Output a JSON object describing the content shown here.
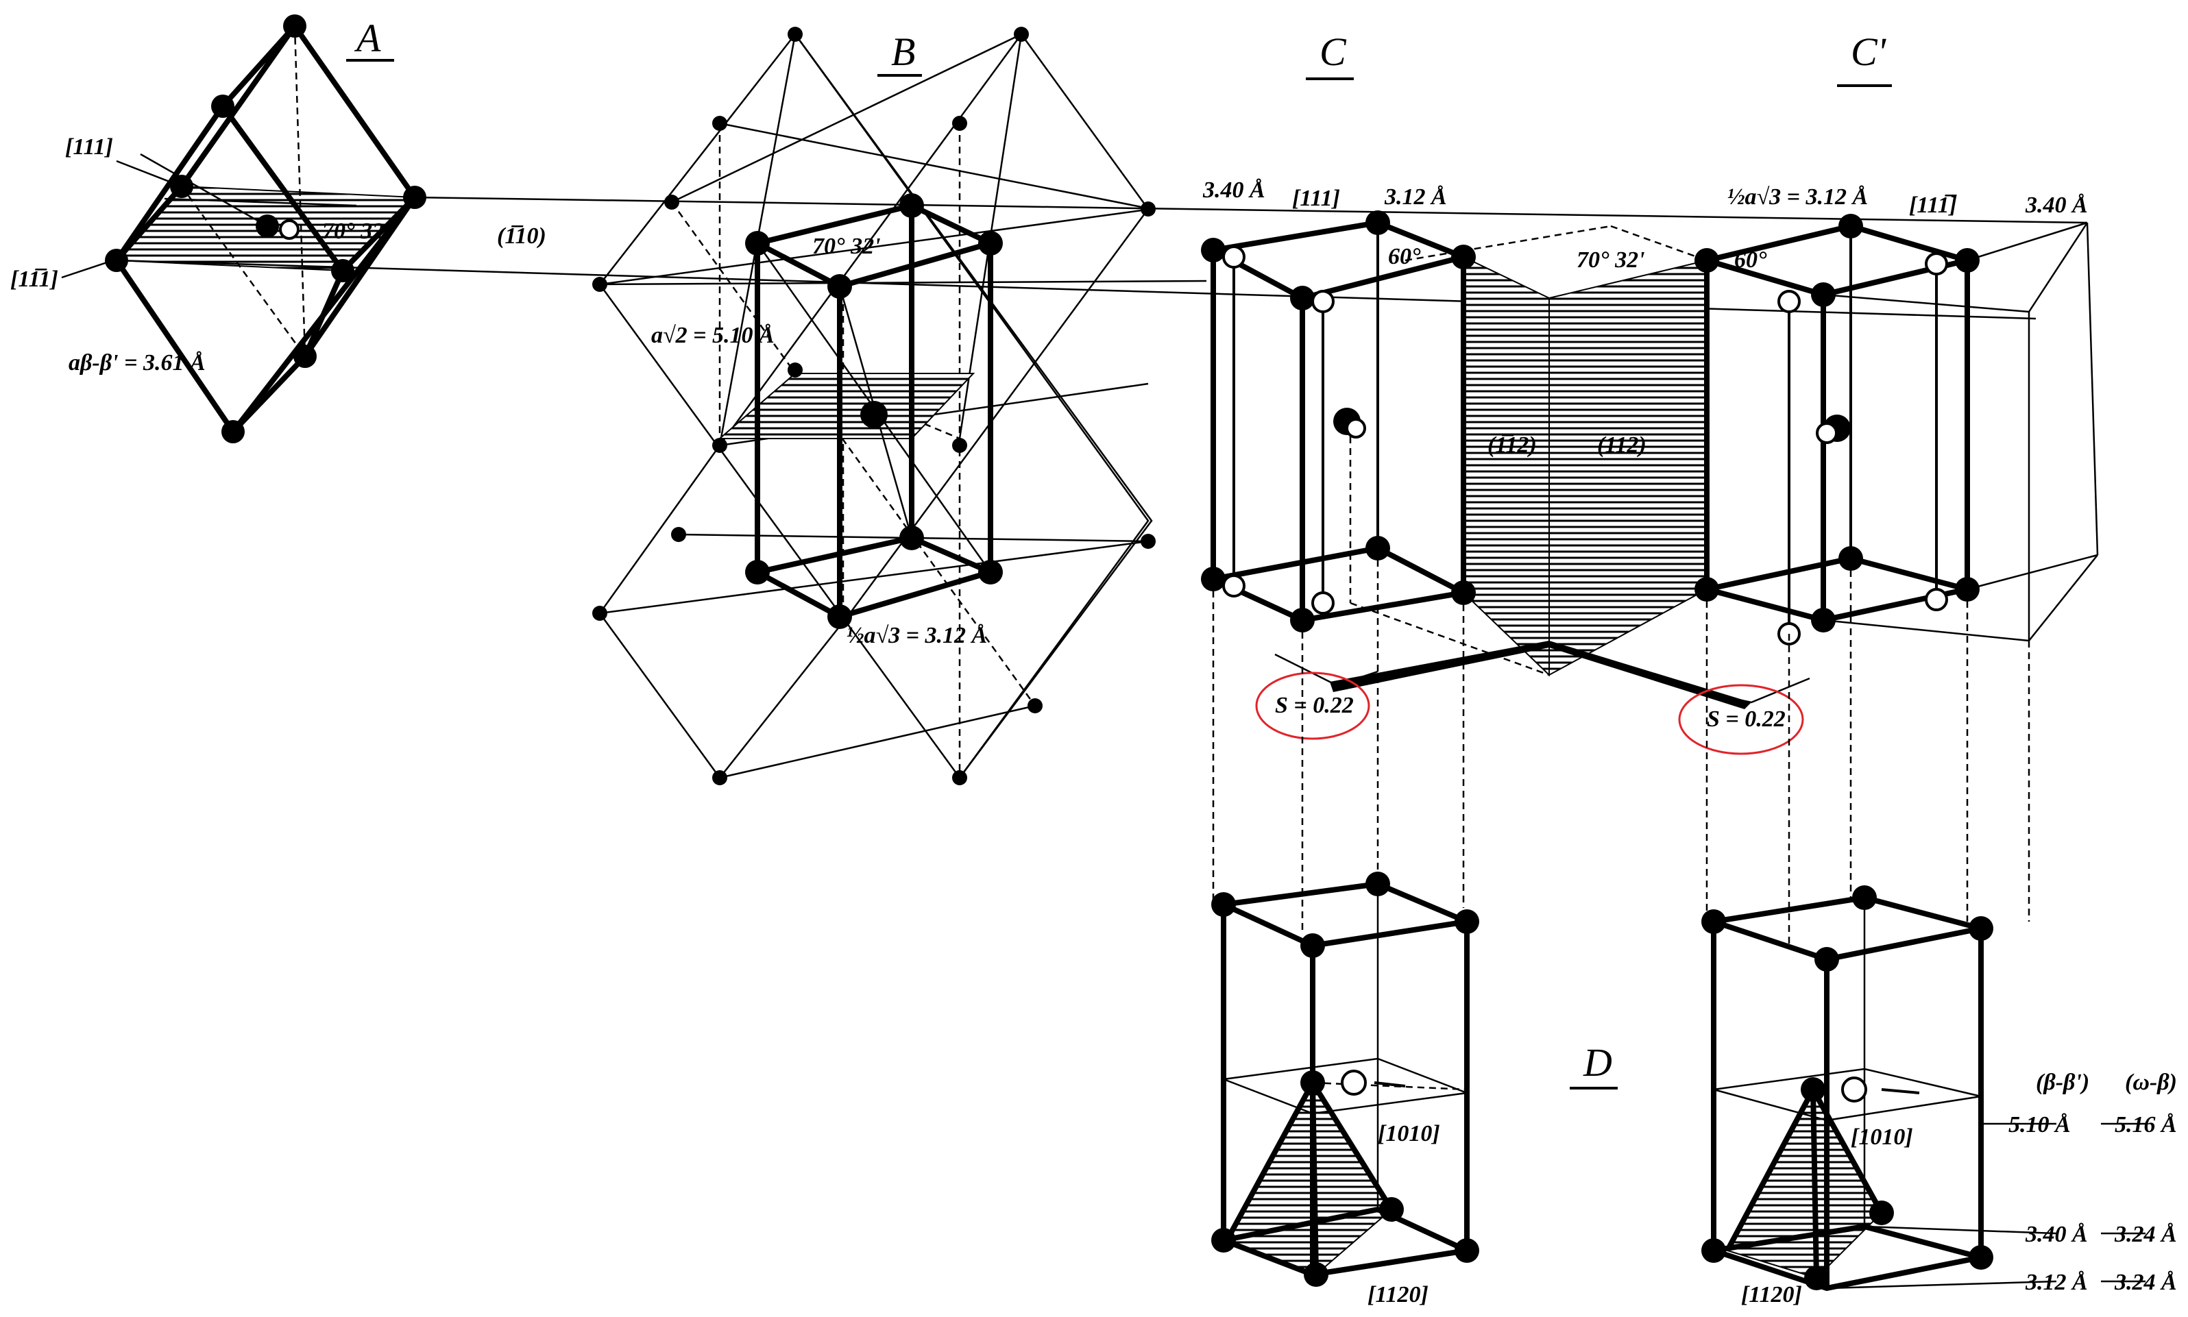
{
  "panels": {
    "a": "A",
    "b": "B",
    "c": "C",
    "c_prime": "C'",
    "d": "D"
  },
  "labels": {
    "a_dir_111": "[111]",
    "a_dir_11bar1": "[11̅1]",
    "a_angle": "70° 32'",
    "a_param": "aβ-β' = 3.61 Å",
    "plane_1bar10": "(1̅10)",
    "b_param_avsqrt2": "a√2 = 5.10 Å",
    "b_angle": "70° 32'",
    "b_param_half": "½a√3 = 3.12 Å",
    "c_dist_340": "3.40 Å",
    "c_dir_111": "[111]",
    "c_dist_312": "3.12 Å",
    "c_angle_60": "60°",
    "mid_angle": "70° 32'",
    "plane_11bar2": "(1̅12)",
    "plane_112": "(112)",
    "cp_half": "½a√3 = 3.12 Å",
    "cp_dir": "[111̅]",
    "cp_dist_340": "3.40 Å",
    "cp_angle_60": "60°",
    "shift_left": "S = 0.22",
    "shift_right": "S = 0.22",
    "d_left_dir_1010": "[1010]",
    "d_left_dir_1120": "[1120]",
    "d_right_dir_1010": "[1010]",
    "d_right_dir_1120": "[1120]",
    "phase_beta": "(β-β')",
    "phase_omega": "(ω-β)",
    "row1_left": "5.10 Å",
    "row1_right": "5.16 Å",
    "row2_left": "3.40 Å",
    "row2_right": "3.24 Å",
    "row3_left": "3.12 Å",
    "row3_right": "3.24 Å"
  }
}
